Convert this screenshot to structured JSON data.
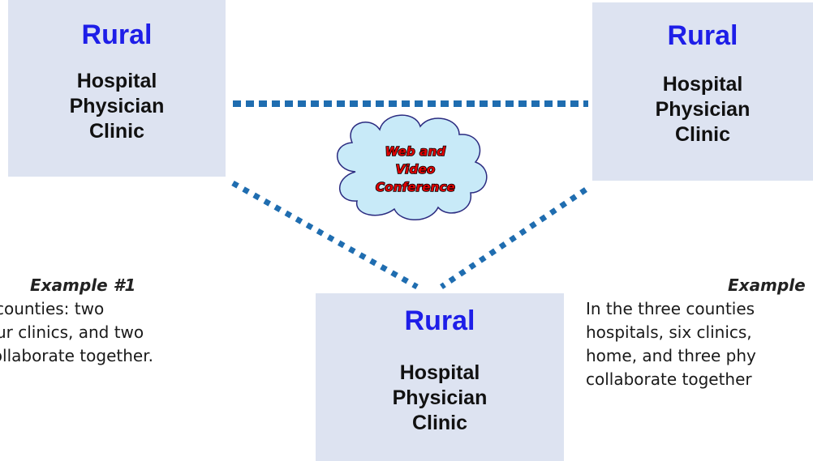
{
  "sites": {
    "left": {
      "title": "Rural",
      "lines": [
        "Hospital",
        "Physician",
        "Clinic"
      ]
    },
    "right": {
      "title": "Rural",
      "lines": [
        "Hospital",
        "Physician",
        "Clinic"
      ]
    },
    "bottom": {
      "title": "Rural",
      "lines": [
        "Hospital",
        "Physician",
        "Clinic"
      ]
    }
  },
  "cloud": {
    "lines": [
      "Web and",
      "Video",
      "Conference"
    ]
  },
  "examples": {
    "left": {
      "title": "Example #1",
      "lines": [
        "ee counties:  two",
        ", four clinics, and two",
        "s collaborate together."
      ]
    },
    "right": {
      "title": "Example",
      "lines": [
        "In the three counties",
        "hospitals, six clinics,",
        "home, and three phy",
        "collaborate together"
      ]
    }
  },
  "colors": {
    "box_fill": "#dde3f1",
    "title_blue": "#1e1ee8",
    "connector_blue": "#1f6db0",
    "cloud_fill": "#c8eaf8",
    "cloud_text": "#e00000"
  }
}
